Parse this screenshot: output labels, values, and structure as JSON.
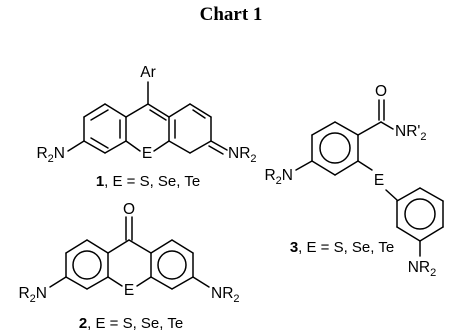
{
  "title": "Chart 1",
  "structures": [
    {
      "id": "1",
      "substituent_top": "Ar",
      "heteroatom": "E",
      "left_group": "R",
      "left_group_sub": "2",
      "left_group_tail": "N",
      "right_group": "NR",
      "right_group_sub": "2",
      "caption_number": "1",
      "caption_text": ", E = S, Se, Te"
    },
    {
      "id": "2",
      "carbonyl": "O",
      "heteroatom": "E",
      "left_group": "R",
      "left_group_sub": "2",
      "left_group_tail": "N",
      "right_group": "NR",
      "right_group_sub": "2",
      "caption_number": "2",
      "caption_text": ", E = S, Se, Te"
    },
    {
      "id": "3",
      "carbonyl": "O",
      "amide_group": "NR'",
      "amide_group_sub": "2",
      "heteroatom": "E",
      "left_group": "R",
      "left_group_sub": "2",
      "left_group_tail": "N",
      "bottom_group": "NR",
      "bottom_group_sub": "2",
      "caption_number": "3",
      "caption_text": ", E = S, Se, Te"
    }
  ]
}
